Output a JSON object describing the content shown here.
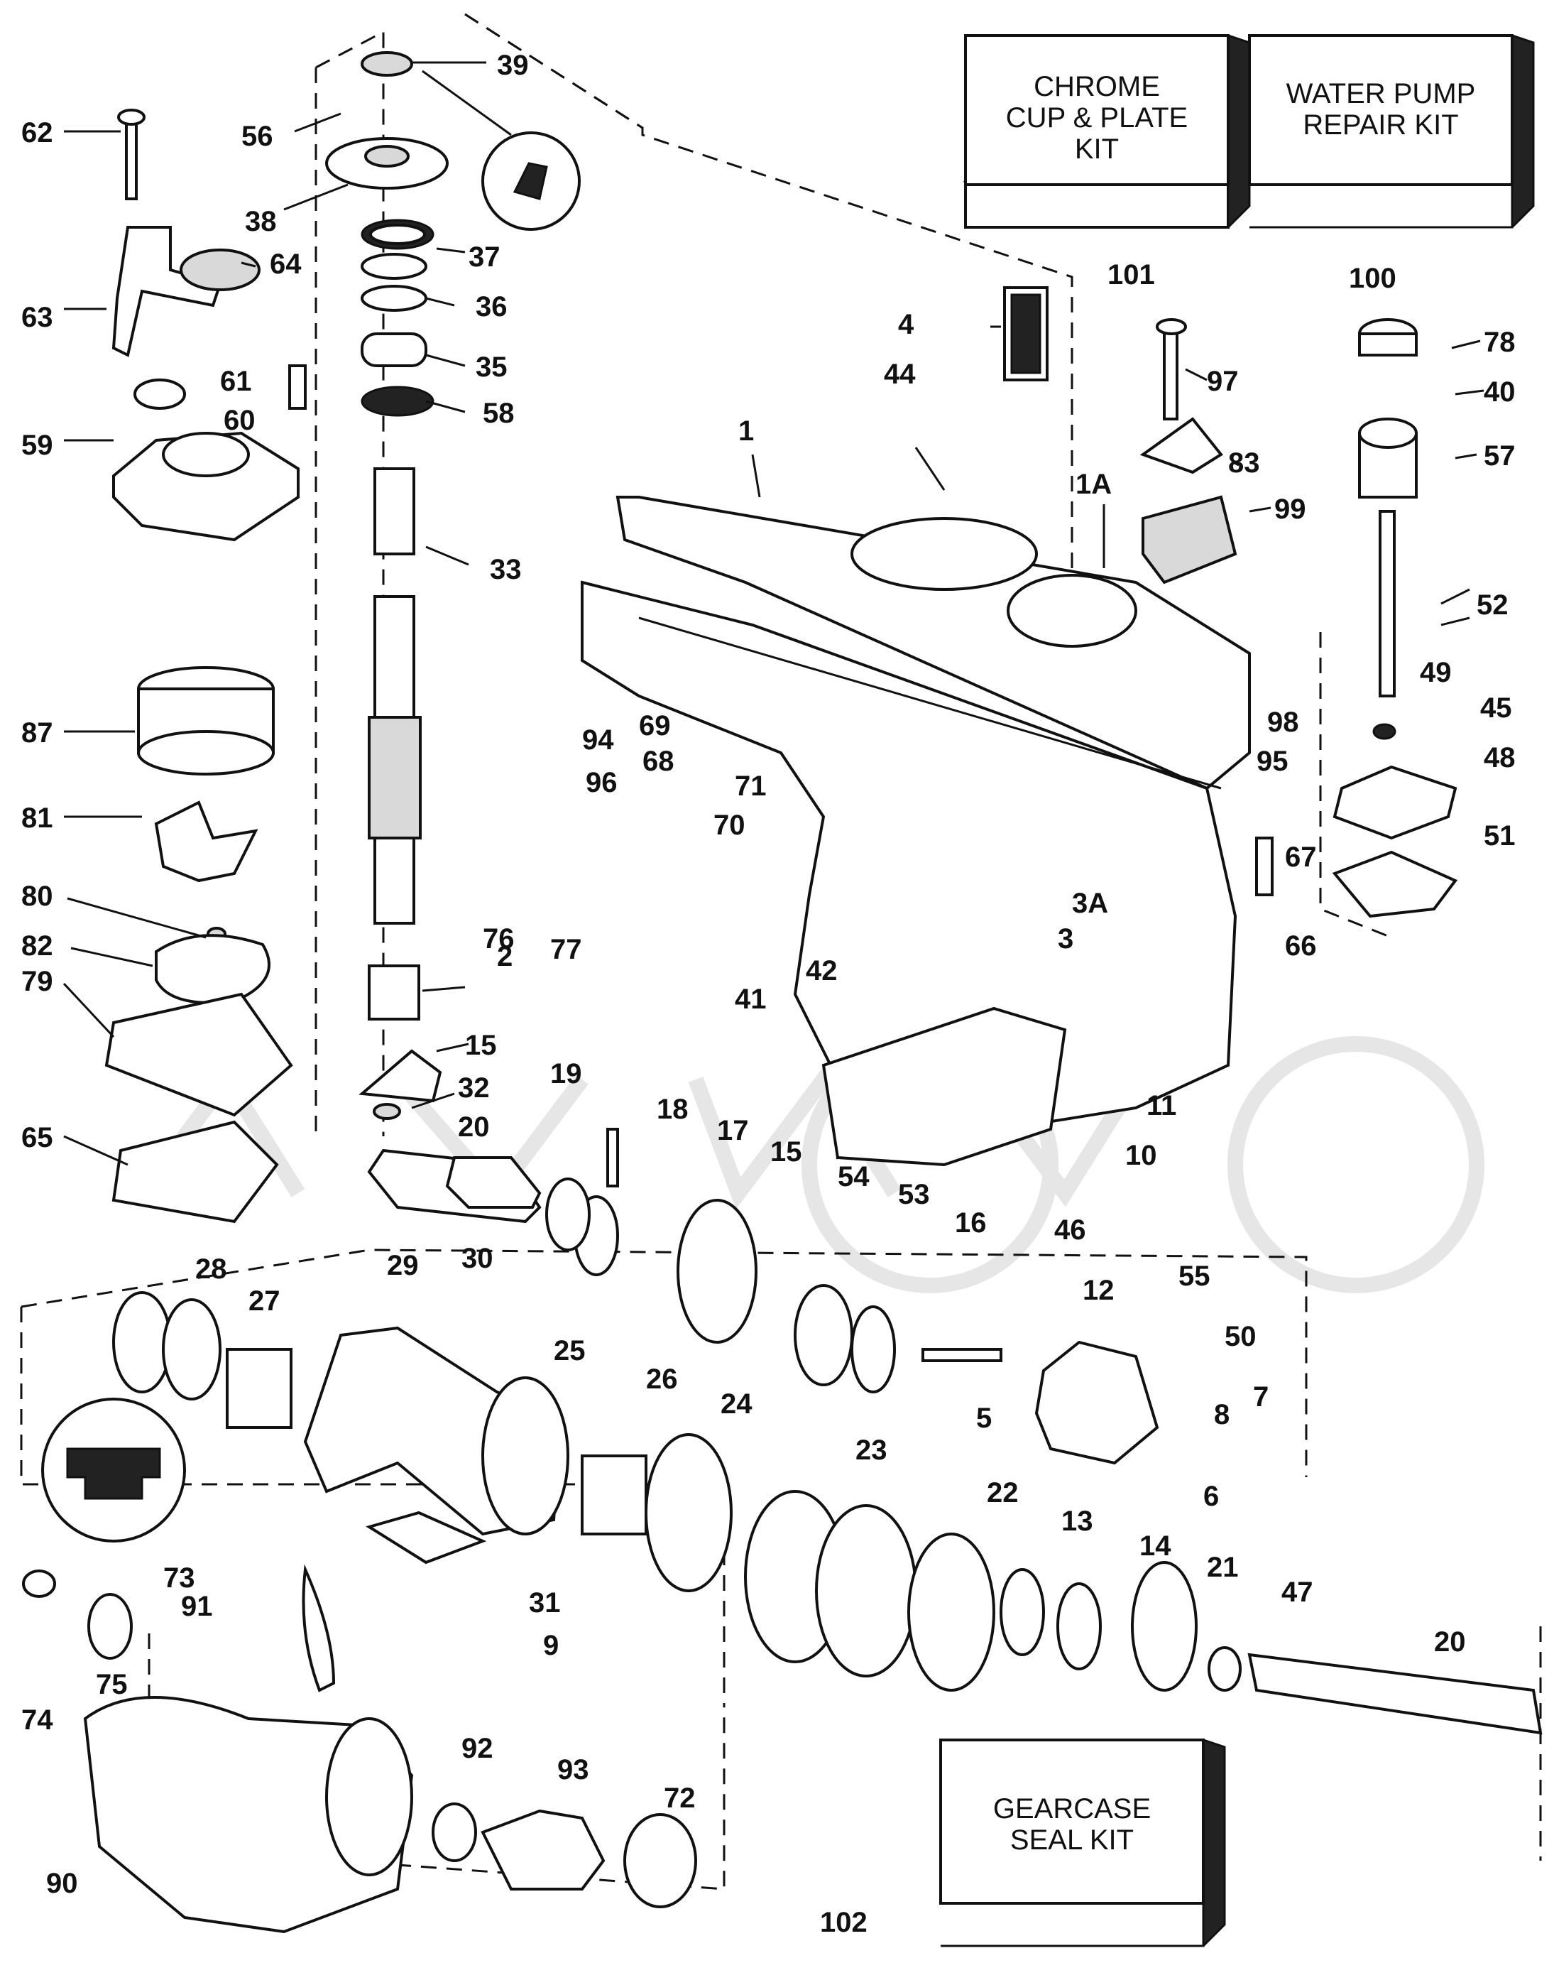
{
  "kits": {
    "chrome": "CHROME\nCUP & PLATE\nKIT",
    "water_pump": "WATER PUMP\nREPAIR KIT",
    "gearcase": "GEARCASE\nSEAL KIT"
  },
  "labels": {
    "n1": "1",
    "n1a": "1A",
    "n2": "2",
    "n3": "3",
    "n3a": "3A",
    "n4": "4",
    "n5": "5",
    "n6": "6",
    "n7": "7",
    "n8": "8",
    "n9": "9",
    "n10": "10",
    "n11": "11",
    "n12": "12",
    "n13": "13",
    "n14": "14",
    "n15a": "15",
    "n15b": "15",
    "n16": "16",
    "n17": "17",
    "n18": "18",
    "n19": "19",
    "n20a": "20",
    "n20b": "20",
    "n21": "21",
    "n22": "22",
    "n23": "23",
    "n24": "24",
    "n25": "25",
    "n26": "26",
    "n27": "27",
    "n28": "28",
    "n29": "29",
    "n30": "30",
    "n31": "31",
    "n32": "32",
    "n33": "33",
    "n35": "35",
    "n36": "36",
    "n37": "37",
    "n38": "38",
    "n39": "39",
    "n40": "40",
    "n41": "41",
    "n42": "42",
    "n44": "44",
    "n45": "45",
    "n46": "46",
    "n47": "47",
    "n48": "48",
    "n49": "49",
    "n50": "50",
    "n51": "51",
    "n52": "52",
    "n53": "53",
    "n54": "54",
    "n55": "55",
    "n56": "56",
    "n57": "57",
    "n58": "58",
    "n59": "59",
    "n60": "60",
    "n61": "61",
    "n62": "62",
    "n63": "63",
    "n64": "64",
    "n65": "65",
    "n66": "66",
    "n67": "67",
    "n68": "68",
    "n69": "69",
    "n70": "70",
    "n71": "71",
    "n72": "72",
    "n73": "73",
    "n74": "74",
    "n75": "75",
    "n76": "76",
    "n77": "77",
    "n78": "78",
    "n79": "79",
    "n80": "80",
    "n81": "81",
    "n82": "82",
    "n83": "83",
    "n87": "87",
    "n90": "90",
    "n91": "91",
    "n92": "92",
    "n93": "93",
    "n94": "94",
    "n95": "95",
    "n96": "96",
    "n97": "97",
    "n98": "98",
    "n99": "99",
    "n100": "100",
    "n101": "101",
    "n102": "102"
  }
}
